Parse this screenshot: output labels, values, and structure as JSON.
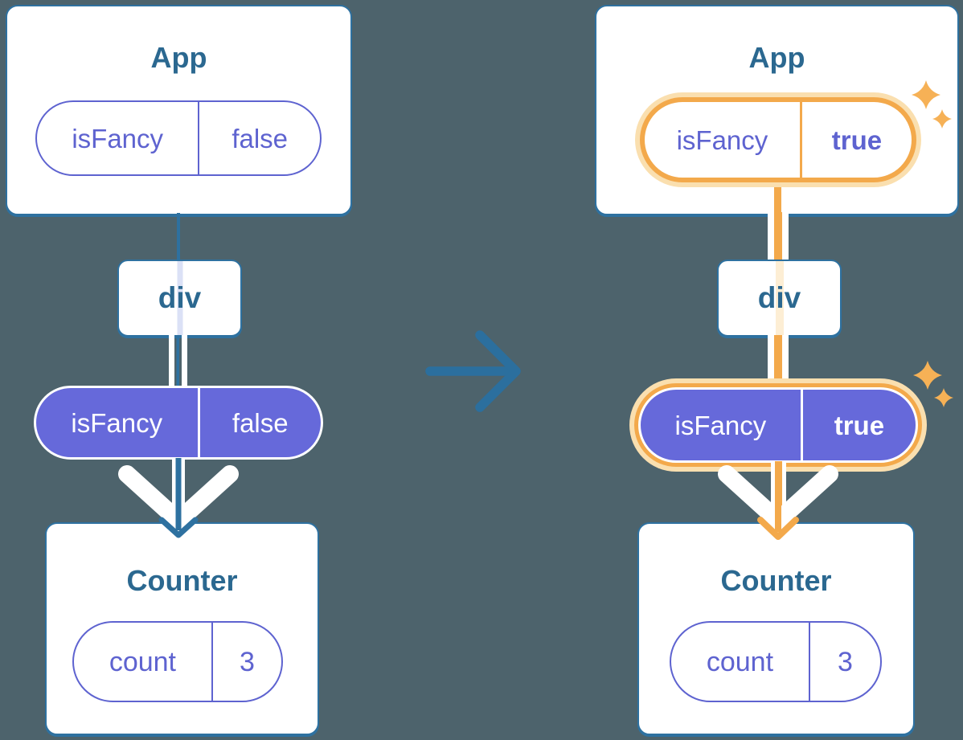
{
  "colors": {
    "background": "#4d636c",
    "tree_stroke": "#2e71a0",
    "component_title_text": "#2b6890",
    "prop_purple": "#5e63d0",
    "state_pill_fill": "#6669da",
    "highlight_orange": "#f3a94b",
    "highlight_orange_pale": "#fadfaf",
    "highlight_orange_faint": "#fdeed4",
    "prop_stripe_lavender": "#dbe1f6",
    "sparkle": "#f6b156",
    "transition_arrow": "#2b6f9e"
  },
  "icons": {
    "transition_arrow": "right-arrow",
    "sparkles": "four-point-stars",
    "prop_flow": "down-arrow"
  },
  "before": {
    "app": {
      "title": "App",
      "prop_name": "isFancy",
      "prop_value": "false"
    },
    "div_label": "div",
    "passed_prop": {
      "name": "isFancy",
      "value": "false"
    },
    "counter": {
      "title": "Counter",
      "state_name": "count",
      "state_value": "3"
    }
  },
  "after": {
    "app": {
      "title": "App",
      "prop_name": "isFancy",
      "prop_value": "true"
    },
    "div_label": "div",
    "passed_prop": {
      "name": "isFancy",
      "value": "true"
    },
    "counter": {
      "title": "Counter",
      "state_name": "count",
      "state_value": "3"
    }
  }
}
